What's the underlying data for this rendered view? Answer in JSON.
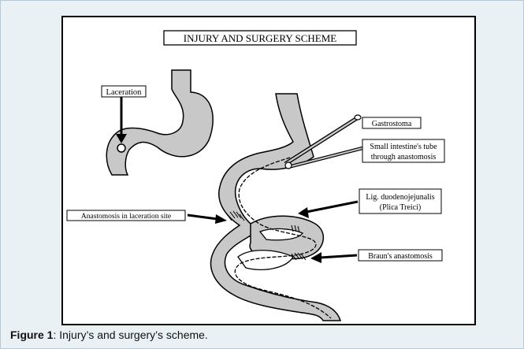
{
  "diagram": {
    "title": "INJURY AND SURGERY SCHEME",
    "labels": {
      "laceration": "Laceration",
      "gastrostoma": "Gastrostoma",
      "tube_line1": "Small intestine's tube",
      "tube_line2": "through anastomosis",
      "lig_line1": "Lig. duodenojejunalis",
      "lig_line2": "(Plica Treici)",
      "anastomosis_site": "Anastomosis in laceration site",
      "braun": "Braun's anastomosis"
    },
    "colors": {
      "organ_fill": "#c8c8c8",
      "ink": "#000000",
      "panel_bg": "#eaf1f5"
    }
  },
  "caption": {
    "label": "Figure 1",
    "text": ": Injury’s and surgery’s scheme."
  }
}
